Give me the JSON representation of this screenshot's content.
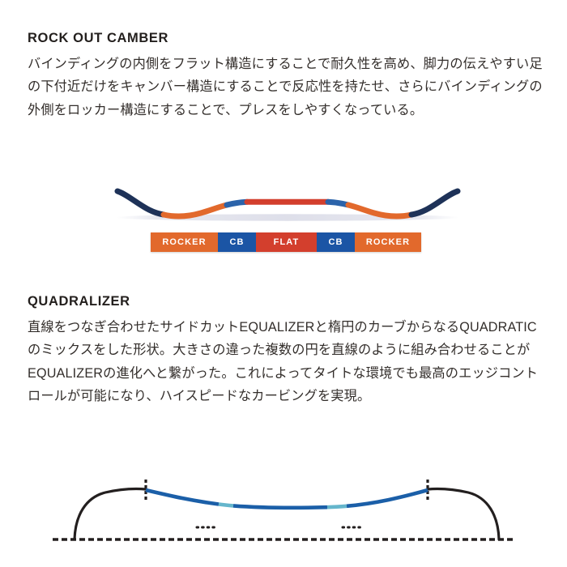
{
  "page": {
    "background_color": "#ffffff"
  },
  "sections": [
    {
      "id": "rock-out-camber",
      "heading": "ROCK OUT CAMBER",
      "body": "バインディングの内側をフラット構造にすることで耐久性を高め、脚力の伝えやすい足の下付近だけをキャンバー構造にすることで反応性を持たせ、さらにバインディングの外側をロッカー構造にすることで、プレスをしやすくなっている。"
    },
    {
      "id": "quadralizer",
      "heading": "QUADRALIZER",
      "body": "直線をつなぎ合わせたサイドカットEQUALIZERと楕円のカーブからなるQUADRATICのミックスをした形状。大きさの違った複数の円を直線のように組み合わせることがEQUALIZERの進化へと繋がった。これによってタイトな環境でも最高のエッジコントロールが可能になり、ハイスピードなカービングを実現。"
    }
  ],
  "camber_figure": {
    "name": "rock-out-camber-profile-diagram",
    "colors": {
      "tip_navy": "#1e3258",
      "rocker_orange": "#e2692c",
      "camber_blue": "#2b63aa",
      "flat_red": "#d33f2d",
      "ground_shadow": "#e8e9f0"
    },
    "legend": {
      "segments": [
        {
          "label": "ROCKER",
          "color": "#e2692c"
        },
        {
          "label": "CB",
          "color": "#1b55a5"
        },
        {
          "label": "FLAT",
          "color": "#d33f2d"
        },
        {
          "label": "CB",
          "color": "#1b55a5"
        },
        {
          "label": "ROCKER",
          "color": "#e2692c"
        }
      ]
    }
  },
  "quad_figure": {
    "name": "quadralizer-sidecut-diagram",
    "colors": {
      "outline_black": "#231f1f",
      "sidecut_blue": "#1b5fa8",
      "sidecut_light": "#65b6cc",
      "baseline_dash": "#231f1f"
    }
  }
}
